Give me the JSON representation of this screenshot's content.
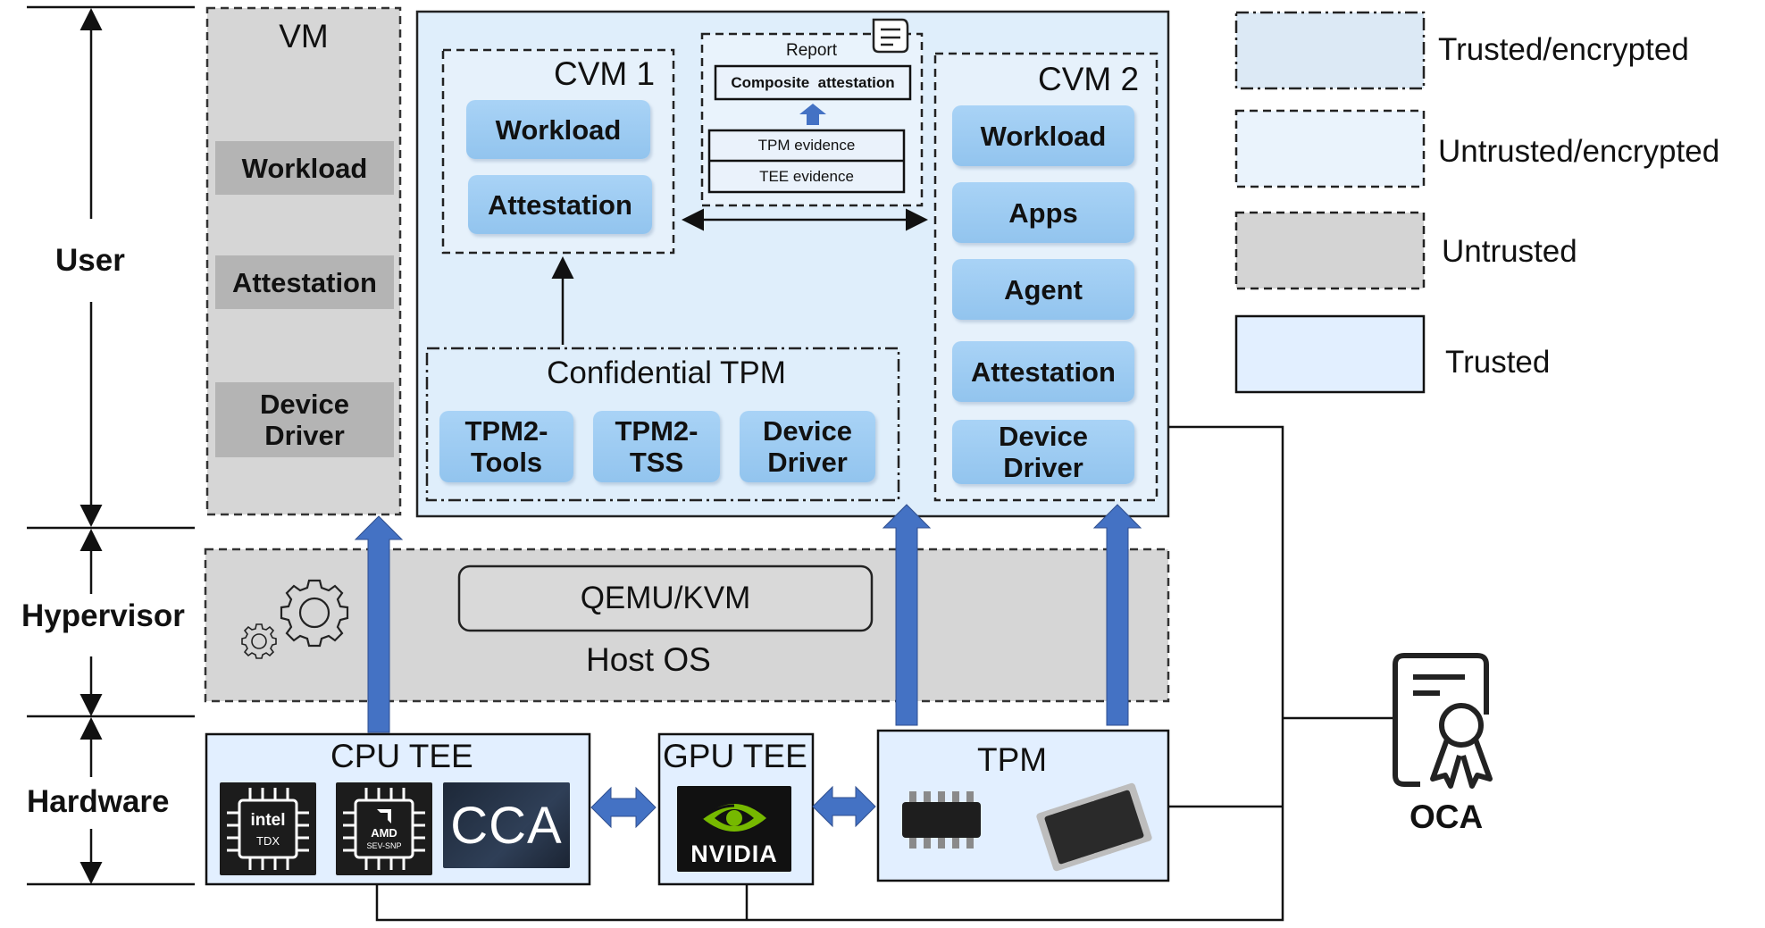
{
  "layers": {
    "user": "User",
    "hypervisor": "Hypervisor",
    "hardware": "Hardware"
  },
  "vm": {
    "title": "VM",
    "items": [
      "Workload",
      "Attestation",
      "Device Driver"
    ]
  },
  "cvm1": {
    "title": "CVM 1",
    "items": [
      "Workload",
      "Attestation"
    ]
  },
  "report": {
    "title": "Report",
    "composite": "Composite  attestation",
    "tpm_evidence": "TPM evidence",
    "tee_evidence": "TEE evidence"
  },
  "cvm2": {
    "title": "CVM 2",
    "items": [
      "Workload",
      "Apps",
      "Agent",
      "Attestation",
      "Device Driver"
    ]
  },
  "ctpm": {
    "title": "Confidential TPM",
    "items": [
      "TPM2-Tools",
      "TPM2-TSS",
      "Device Driver"
    ]
  },
  "hypervisor": {
    "qemu": "QEMU/KVM",
    "host_os": "Host OS"
  },
  "hardware": {
    "cpu_tee": "CPU TEE",
    "gpu_tee": "GPU TEE",
    "tpm": "TPM",
    "intel_brand": "intel",
    "intel_sub": "TDX",
    "amd_brand": "AMD",
    "amd_sub": "SEV-SNP",
    "cca": "CCA",
    "nvidia": "NVIDIA"
  },
  "oca": {
    "label": "OCA"
  },
  "legend": [
    {
      "label": "Trusted/encrypted",
      "style": "dash-dot",
      "fill": "#dce9f5"
    },
    {
      "label": "Untrusted/encrypted",
      "style": "dashed",
      "fill": "#eaf3fc"
    },
    {
      "label": "Untrusted",
      "style": "dashed",
      "fill": "#d4d4d4"
    },
    {
      "label": "Trusted",
      "style": "solid",
      "fill": "#e2efff"
    }
  ],
  "colors": {
    "trusted_fill": "#dfeefb",
    "untrusted_fill": "#d6d6d6",
    "pill_blue": "#9ccbf2",
    "pill_gray": "#b4b4b4",
    "arrow_blue": "#4472c4",
    "line": "#111111"
  }
}
